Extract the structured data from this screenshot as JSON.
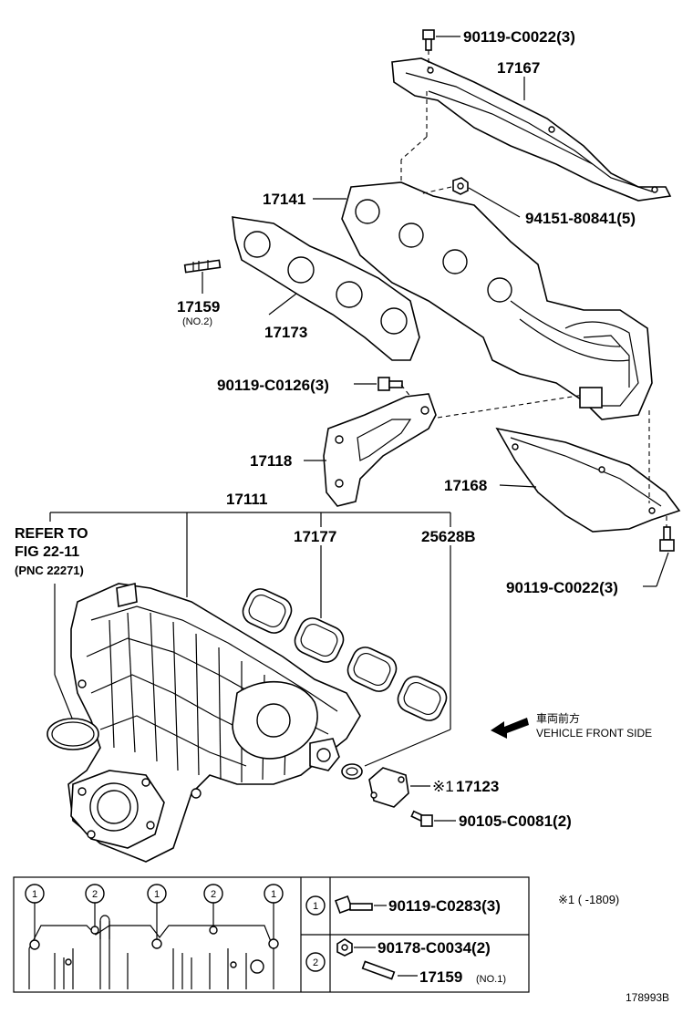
{
  "labels": {
    "p17167": "17167",
    "p90119_c0022_top": "90119-C0022(3)",
    "p17141": "17141",
    "p94151": "94151-80841(5)",
    "p17159": "17159",
    "p17159_sub": "(NO.2)",
    "p17173": "17173",
    "p90119_c0126": "90119-C0126(3)",
    "p17118": "17118",
    "p17168": "17168",
    "p17111": "17111",
    "p17177": "17177",
    "p25628b": "25628B",
    "refer1": "REFER TO",
    "refer2": "FIG 22-11",
    "refer3": "(PNC 22271)",
    "p90119_c0022_bot": "90119-C0022(3)",
    "direction_jp": "車両前方",
    "direction_en": "VEHICLE FRONT SIDE",
    "p17123_mark": "※1",
    "p17123": "17123",
    "p90105": "90105-C0081(2)"
  },
  "legend": {
    "circle1": "1",
    "circle2": "2",
    "item1_part": "90119-C0283(3)",
    "item2_part_a": "90178-C0034(2)",
    "item2_part_b": "17159",
    "item2_part_b_sub": "(NO.1)",
    "note": "※1 (      -1809)"
  },
  "figure_id": "178993B"
}
